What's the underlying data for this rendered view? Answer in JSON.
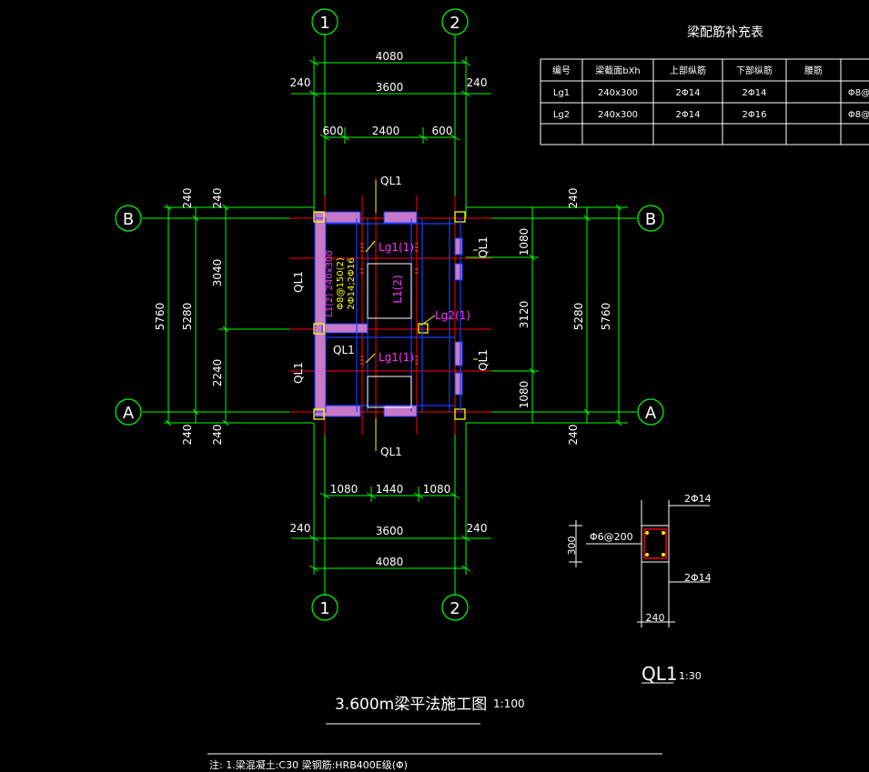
{
  "axes": {
    "col_1": "1",
    "col_2": "2",
    "row_a": "A",
    "row_b": "B"
  },
  "dims": {
    "top_total": "4080",
    "top_inner": "3600",
    "top_left_edge": "240",
    "top_right_edge": "240",
    "top_seg_left": "600",
    "top_seg_mid": "2400",
    "top_seg_right": "600",
    "left_top_edge_a": "240",
    "left_top_edge_b": "240",
    "left_total": "5760",
    "left_inner": "5280",
    "left_upper": "3040",
    "left_lower": "2240",
    "left_bottom_edge_a": "240",
    "left_bottom_edge_b": "240",
    "right_top_edge": "240",
    "right_total": "5760",
    "right_inner": "5280",
    "right_upper": "1080",
    "right_mid": "3120",
    "right_lower": "1080",
    "right_bottom_edge": "240",
    "bottom_seg_left": "1080",
    "bottom_seg_mid": "1440",
    "bottom_seg_right": "1080",
    "bottom_left_edge": "240",
    "bottom_right_edge": "240",
    "bottom_inner": "3600",
    "bottom_total": "4080"
  },
  "beam_labels": {
    "ql1_top": "QL1",
    "ql1_bottom": "QL1",
    "ql1_left_upper": "QL1",
    "ql1_left_lower": "QL1",
    "ql1_right_upper": "QL1",
    "ql1_right_lower": "QL1",
    "ql1_center": "QL1",
    "lg1_upper": "Lg1(1)",
    "lg1_lower": "Lg1(1)",
    "lg2": "Lg2(1)",
    "l1": "L1(2)",
    "l1_spec_1": "L1(2) 240x300",
    "l1_spec_2": "Φ8@150(2)",
    "l1_spec_3": "2Φ14;2Φ16"
  },
  "table": {
    "title": "梁配筋补充表",
    "headers": [
      "编号",
      "梁截面bXh",
      "上部纵筋",
      "下部纵筋",
      "腰筋",
      ""
    ],
    "rows": [
      [
        "Lg1",
        "240x300",
        "2Φ14",
        "2Φ14",
        "",
        "Φ8@"
      ],
      [
        "Lg2",
        "240x300",
        "2Φ14",
        "2Φ16",
        "",
        "Φ8@"
      ],
      [
        "",
        "",
        "",
        "",
        "",
        ""
      ]
    ]
  },
  "section": {
    "top_bars": "2Φ14",
    "bottom_bars": "2Φ14",
    "stirrup": "Φ6@200",
    "height": "300",
    "width": "240",
    "name": "QL1",
    "scale": "1:30"
  },
  "drawing": {
    "title": "3.600m梁平法施工图",
    "scale": "1:100",
    "note": "注: 1.梁混凝土:C30   梁钢筋:HRB400E级(Φ)"
  },
  "colors": {
    "dimension": "#00ff00",
    "axis_red": "#ff0000",
    "beam_blue": "#1a3cff",
    "wall_fill": "#c878c8",
    "label_magenta": "#ff33ff",
    "label_yellow": "#ffff00",
    "text_white": "#ffffff"
  }
}
